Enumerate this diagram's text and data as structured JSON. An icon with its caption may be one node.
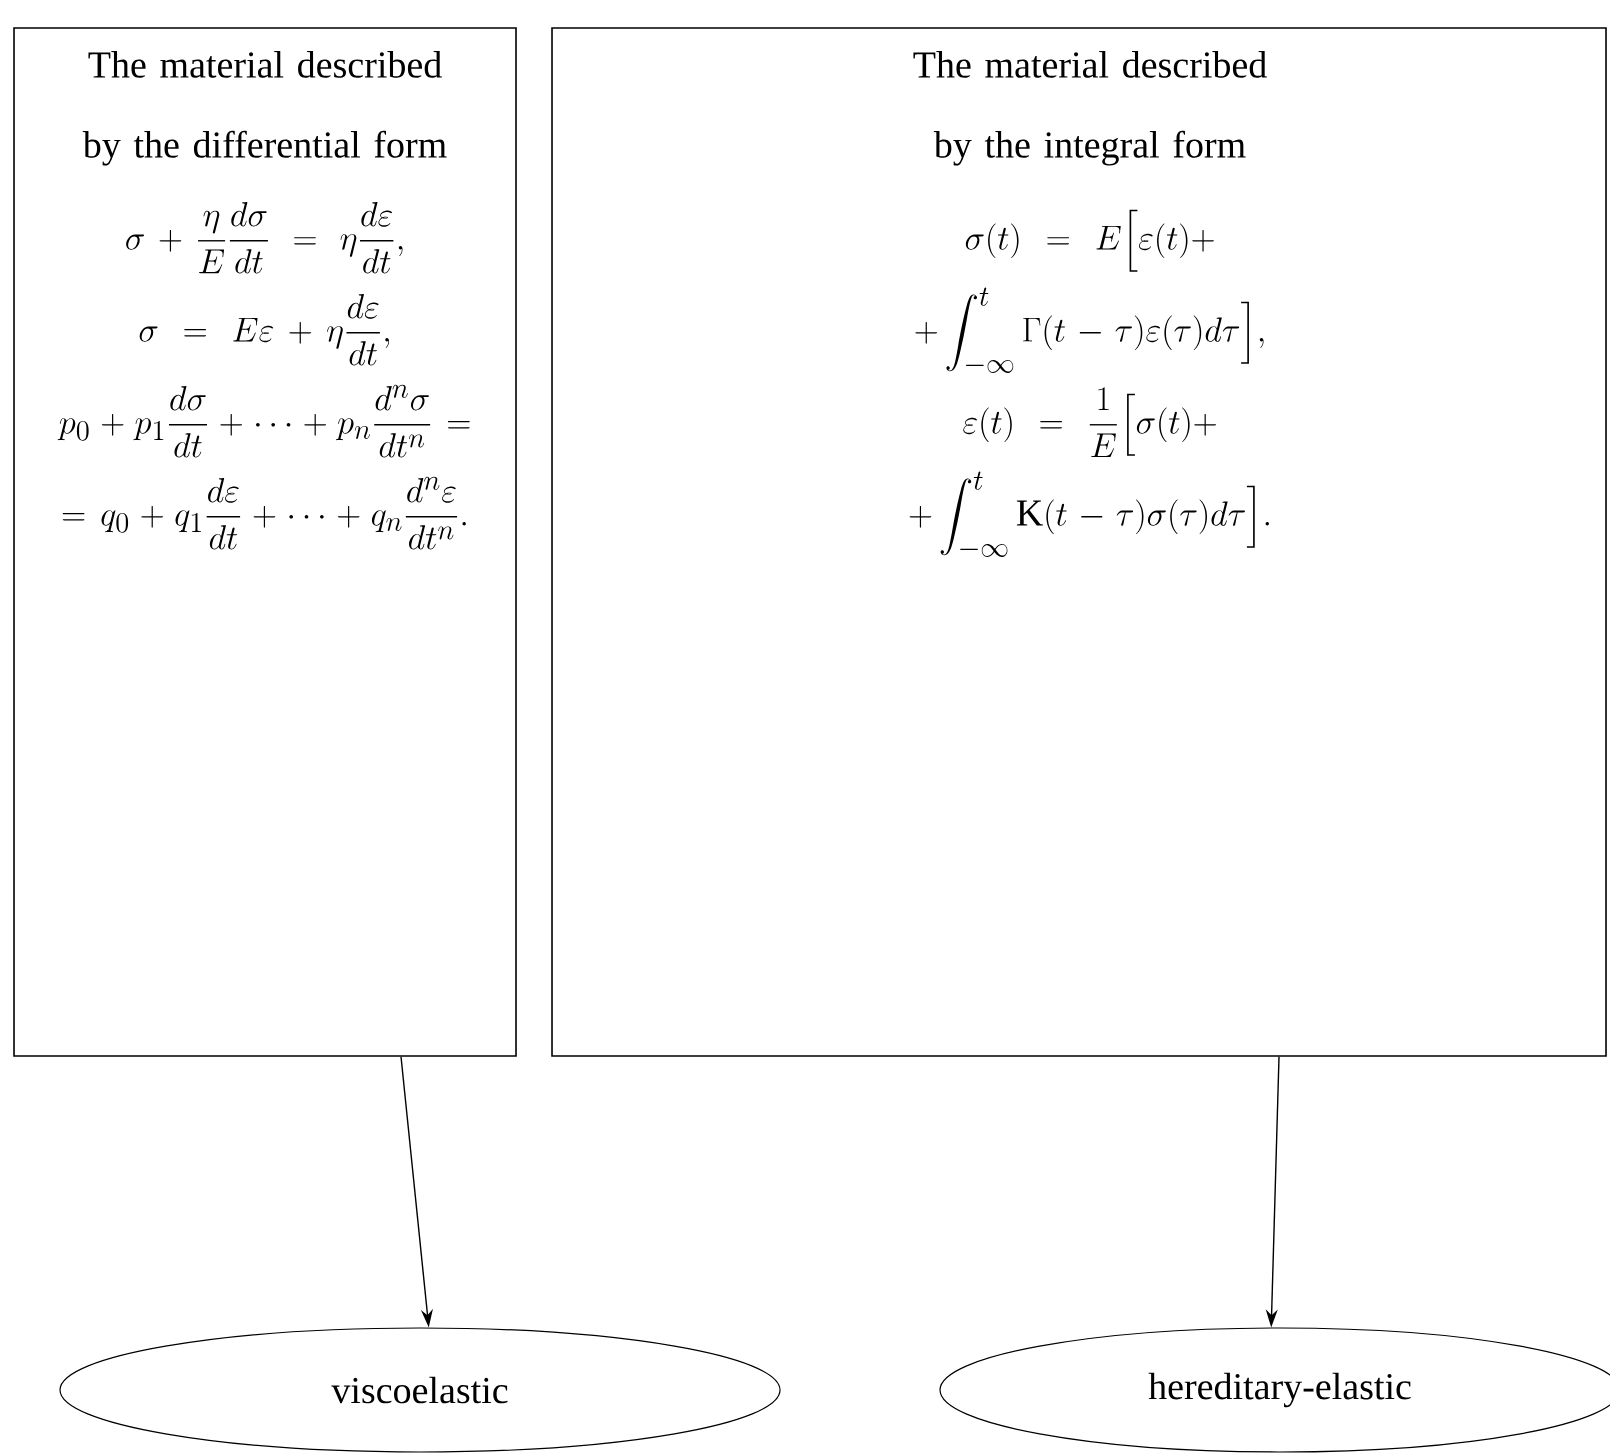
{
  "diagram": {
    "nodes": [
      {
        "text": [
          "The material described by the differential form",
          "\\sigma+\\frac{\\eta}{E}\\frac{d\\sigma}{dt}=\\eta\\frac{d\\varepsilon}{dt},",
          "\\sigma=E\\varepsilon+\\eta\\frac{d\\varepsilon}{dt},",
          "p_0+p_1\\frac{d\\sigma}{dt}+\\dots+p_n\\frac{d^n\\sigma}{dt^n}=",
          "=q_0+q_1\\frac{d\\varepsilon}{dt}+\\dots+q_n\\frac{d^n\\varepsilon}{dt^n}."
        ]
      },
      {
        "text": [
          "The material described by the integral form",
          "\\sigma(t)=E\\Big[\\varepsilon(t)+",
          "+\\int_{-\\infty}^{t}\\Gamma(t-\\tau)\\varepsilon(\\tau)d\\tau\\Big],",
          "\\varepsilon(t)=\\frac{1}{E}\\Big[\\sigma(t)+",
          "+\\int_{-\\infty}^{t}\\mathrm{K}(t-\\tau)\\sigma(\\tau)d\\tau\\Big]."
        ]
      },
      {
        "text": [
          "viscoelastic"
        ]
      },
      {
        "text": [
          "hereditary-elastic"
        ]
      }
    ],
    "edges": [
      {
        "from": 0,
        "to": 2,
        "arrow": "to"
      },
      {
        "from": 1,
        "to": 3,
        "arrow": "to"
      }
    ]
  }
}
